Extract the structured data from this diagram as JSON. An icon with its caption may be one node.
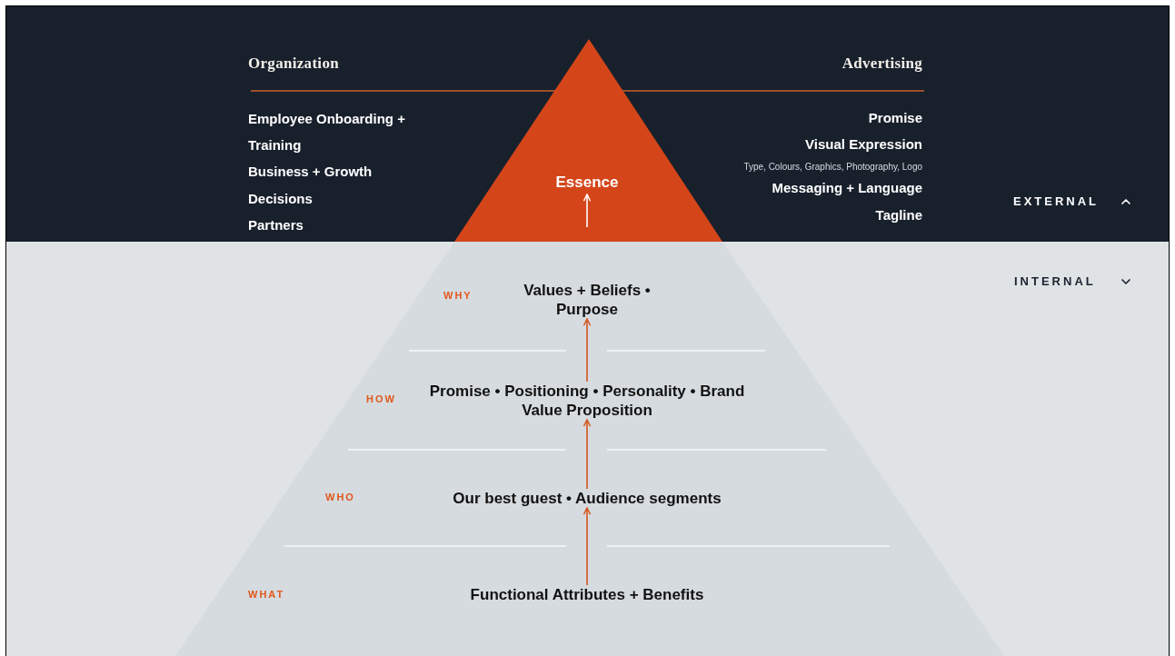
{
  "diagram": {
    "nodes": [
      {
        "text": [
          "Essence"
        ]
      },
      {
        "text": [
          "Values + Beliefs • Purpose"
        ]
      },
      {
        "text": [
          "Promise • Positioning • Personality • Brand Value Proposition"
        ]
      },
      {
        "text": [
          "Our best guest • Audience segments"
        ]
      },
      {
        "text": [
          "Functional Attributes + Benefits"
        ]
      }
    ],
    "edges": [
      {
        "from": null,
        "to": 0,
        "arrow": "to",
        "color": "#ffffff"
      },
      {
        "from": 2,
        "to": 1,
        "arrow": "to"
      },
      {
        "from": 3,
        "to": 2,
        "arrow": "to"
      },
      {
        "from": 4,
        "to": 3,
        "arrow": "to"
      }
    ],
    "labels": [
      "Organization",
      "Employee Onboarding + Training",
      "Business + Growth",
      "Decisions",
      "Partners",
      "Advertising",
      "Promise",
      "Visual Expression",
      "Type, Colours, Graphics, Photography, Logo",
      "Messaging + Language",
      "Tagline",
      "EXTERNAL",
      "INTERNAL",
      "WHY",
      "HOW",
      "WHO",
      "WHAT"
    ]
  }
}
